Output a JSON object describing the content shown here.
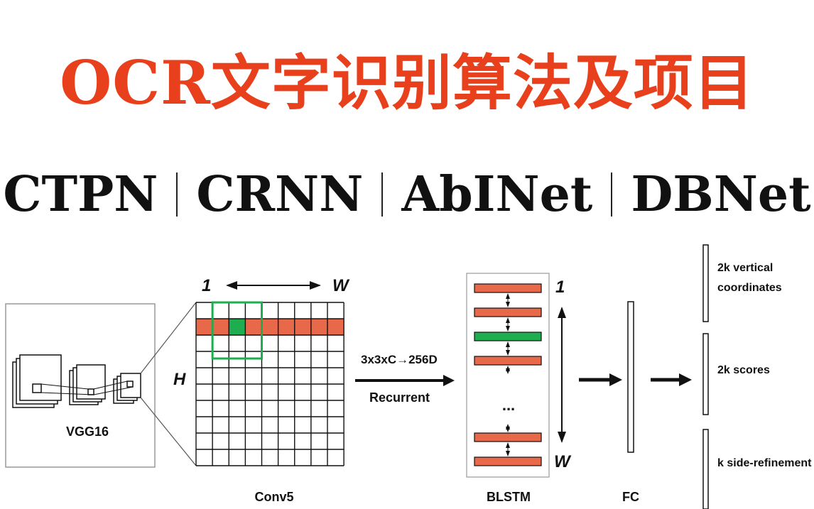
{
  "header": {
    "title": "OCR文字识别算法及项目",
    "subtitle_items": [
      "CTPN",
      "CRNN",
      "AbINet",
      "DBNet"
    ]
  },
  "diagram": {
    "vgg_label": "VGG16",
    "conv_label": "Conv5",
    "axis_one_top": "1",
    "axis_w_top": "W",
    "axis_h": "H",
    "arrow_top_label": "3x3xC→256D",
    "arrow_bottom_label": "Recurrent",
    "blstm_one": "1",
    "blstm_w": "W",
    "blstm_ellipsis": "...",
    "blstm_label": "BLSTM",
    "fc_label": "FC",
    "output_vertical": [
      "2k vertical",
      "coordinates"
    ],
    "output_scores": "2k scores",
    "output_refinement": "k side-refinement",
    "colors": {
      "title": "#e8401c",
      "orange": "#e8694a",
      "green": "#1fae4f",
      "grid_line": "#111111"
    }
  }
}
